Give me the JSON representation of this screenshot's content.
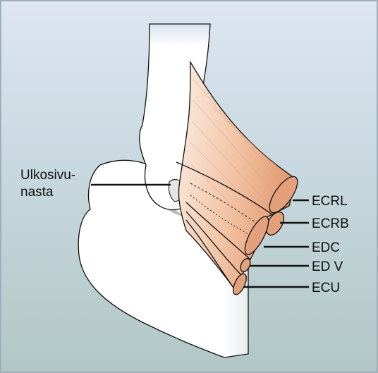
{
  "labels": {
    "lateral_epicondyle_line1": "Ulkosivu-",
    "lateral_epicondyle_line2": "nasta",
    "ecrl": "ECRL",
    "ecrb": "ECRB",
    "edc": "EDC",
    "edv": "ED V",
    "ecu": "ECU"
  },
  "colors": {
    "muscle_light": "#f6dccb",
    "muscle_dark": "#e3a07a",
    "bone_white": "#ffffff",
    "outline": "#111111"
  }
}
